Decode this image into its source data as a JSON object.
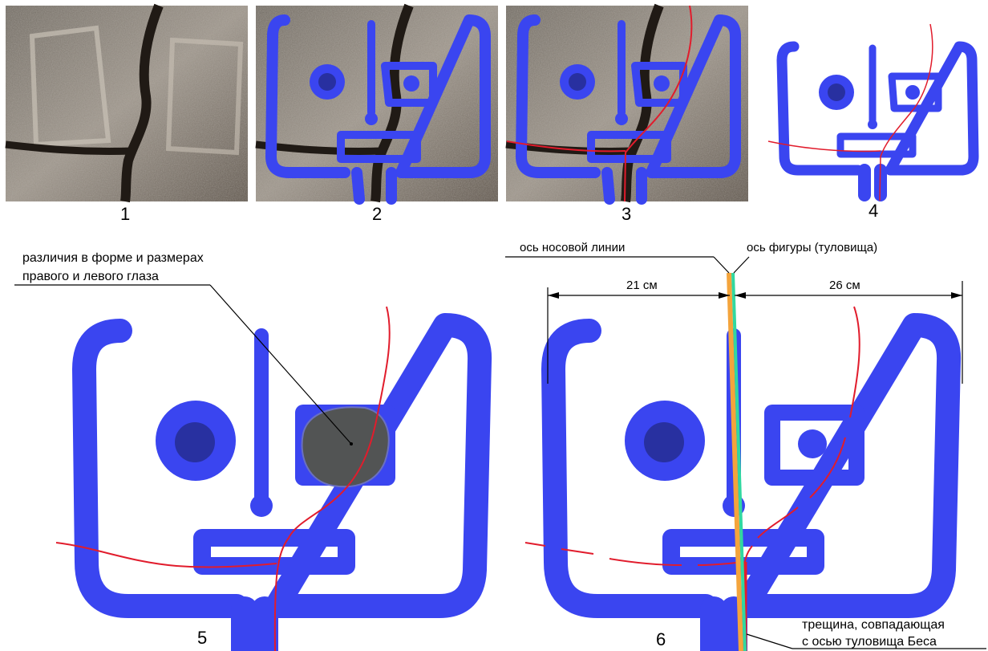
{
  "panels": [
    {
      "number": "1"
    },
    {
      "number": "2"
    },
    {
      "number": "3"
    },
    {
      "number": "4"
    },
    {
      "number": "5"
    },
    {
      "number": "6"
    }
  ],
  "annotations": {
    "eye_difference_line1": "различия в форме и размерах",
    "eye_difference_line2": "правого и левого глаза",
    "nose_axis": "ось носовой линии",
    "figure_axis": "ось фигуры (туловища)",
    "left_distance": "21 см",
    "right_distance": "26 см",
    "crack_line1": "трещина, совпадающая",
    "crack_line2": "с осью туловища Беса"
  },
  "colors": {
    "drawing_blue": "#3a45f0",
    "pupil_dark": "#2830a0",
    "eye_gray": "#525454",
    "crack_red": "#e11c2c",
    "nose_axis_orange": "#f4a43c",
    "body_axis_green": "#31d8a0",
    "rock_stone": "#8a8278",
    "rock_shadow": "#241e18"
  }
}
